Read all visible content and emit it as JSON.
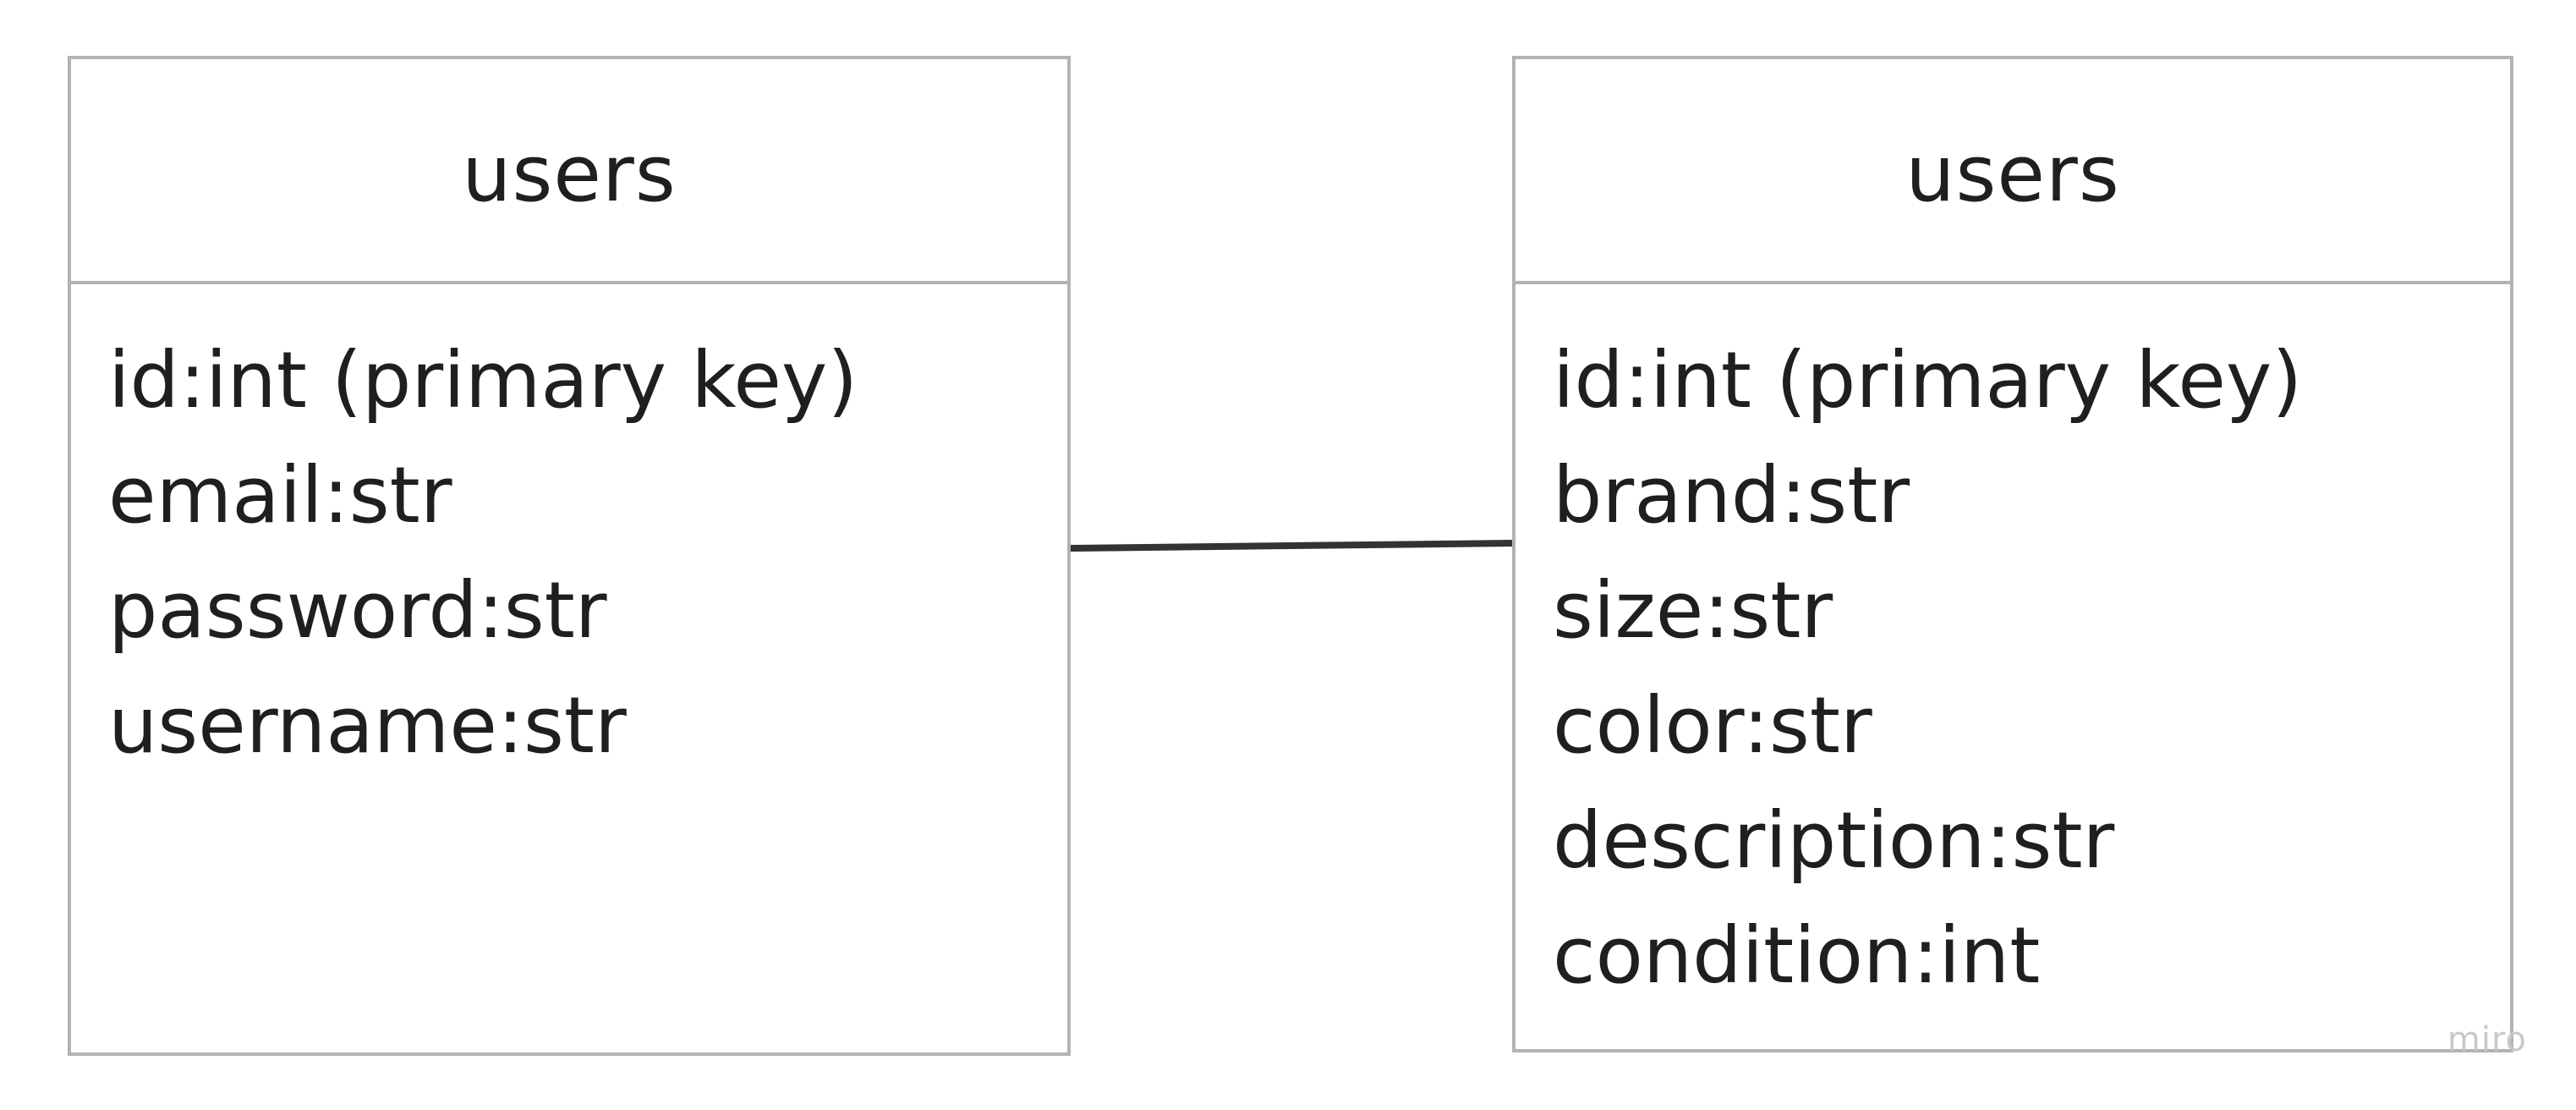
{
  "diagram": {
    "entities": [
      {
        "title": "users",
        "fields": [
          "id:int (primary key)",
          "email:str",
          "password:str",
          "username:str"
        ]
      },
      {
        "title": "users",
        "fields": [
          "id:int (primary key)",
          "brand:str",
          "size:str",
          "color:str",
          "description:str",
          "condition:int"
        ]
      }
    ],
    "connector_color": "#333333",
    "border_color": "#b3b3b3"
  },
  "watermark": "miro"
}
